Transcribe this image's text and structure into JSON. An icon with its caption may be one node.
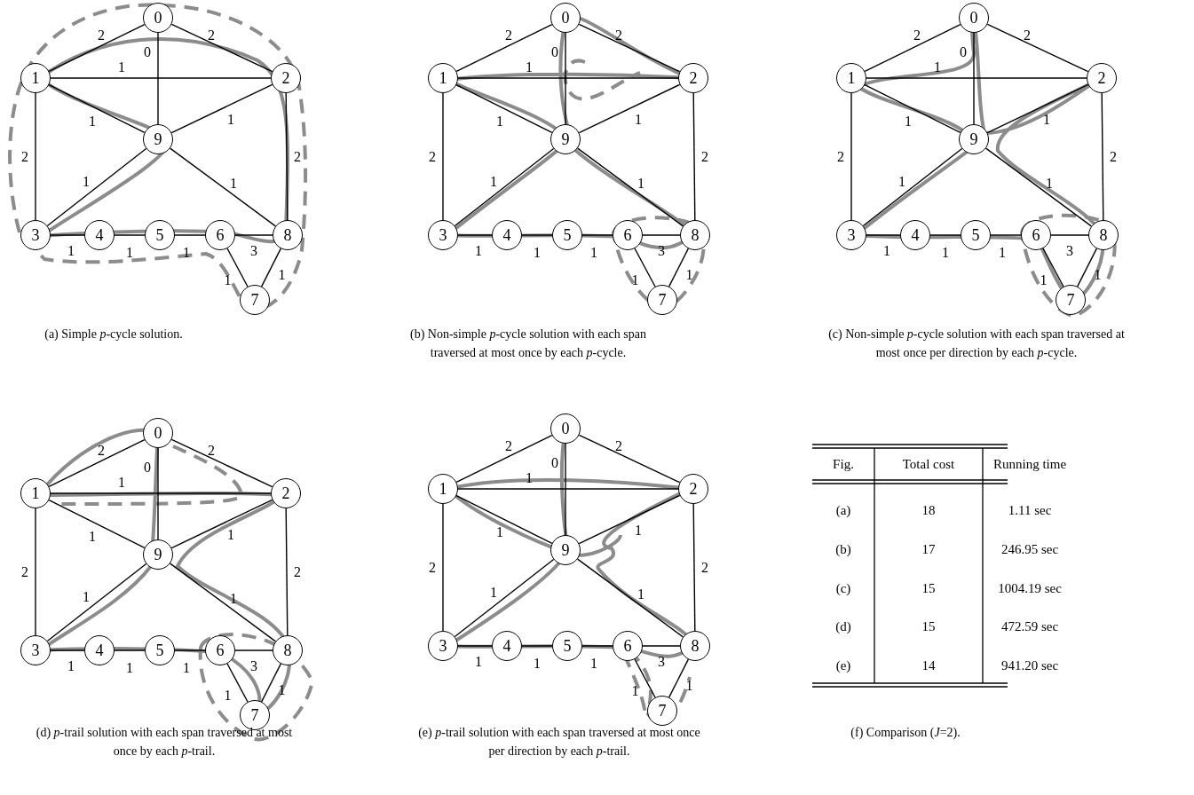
{
  "diagram": {
    "nodes": [
      {
        "text": [
          "0"
        ]
      },
      {
        "text": [
          "1"
        ]
      },
      {
        "text": [
          "2"
        ]
      },
      {
        "text": [
          "3"
        ]
      },
      {
        "text": [
          "4"
        ]
      },
      {
        "text": [
          "5"
        ]
      },
      {
        "text": [
          "6"
        ]
      },
      {
        "text": [
          "7"
        ]
      },
      {
        "text": [
          "8"
        ]
      },
      {
        "text": [
          "9"
        ]
      },
      {
        "text": [
          "0"
        ]
      },
      {
        "text": [
          "1"
        ]
      },
      {
        "text": [
          "2"
        ]
      },
      {
        "text": [
          "3"
        ]
      },
      {
        "text": [
          "4"
        ]
      },
      {
        "text": [
          "5"
        ]
      },
      {
        "text": [
          "6"
        ]
      },
      {
        "text": [
          "7"
        ]
      },
      {
        "text": [
          "8"
        ]
      },
      {
        "text": [
          "9"
        ]
      },
      {
        "text": [
          "0"
        ]
      },
      {
        "text": [
          "1"
        ]
      },
      {
        "text": [
          "2"
        ]
      },
      {
        "text": [
          "3"
        ]
      },
      {
        "text": [
          "4"
        ]
      },
      {
        "text": [
          "5"
        ]
      },
      {
        "text": [
          "6"
        ]
      },
      {
        "text": [
          "7"
        ]
      },
      {
        "text": [
          "8"
        ]
      },
      {
        "text": [
          "9"
        ]
      },
      {
        "text": [
          "0"
        ]
      },
      {
        "text": [
          "1"
        ]
      },
      {
        "text": [
          "2"
        ]
      },
      {
        "text": [
          "3"
        ]
      },
      {
        "text": [
          "4"
        ]
      },
      {
        "text": [
          "5"
        ]
      },
      {
        "text": [
          "6"
        ]
      },
      {
        "text": [
          "7"
        ]
      },
      {
        "text": [
          "8"
        ]
      },
      {
        "text": [
          "9"
        ]
      },
      {
        "text": [
          "0"
        ]
      },
      {
        "text": [
          "1"
        ]
      },
      {
        "text": [
          "2"
        ]
      },
      {
        "text": [
          "3"
        ]
      },
      {
        "text": [
          "4"
        ]
      },
      {
        "text": [
          "5"
        ]
      },
      {
        "text": [
          "6"
        ]
      },
      {
        "text": [
          "7"
        ]
      },
      {
        "text": [
          "8"
        ]
      },
      {
        "text": [
          "9"
        ]
      }
    ],
    "edges": [
      {
        "from": 0,
        "to": 1,
        "arrow": "none",
        "label": "2"
      },
      {
        "from": 0,
        "to": 2,
        "arrow": "none",
        "label": "2"
      },
      {
        "from": 0,
        "to": 9,
        "arrow": "none",
        "label": "0"
      },
      {
        "from": 1,
        "to": 2,
        "arrow": "none",
        "label": "1"
      },
      {
        "from": 1,
        "to": 9,
        "arrow": "none",
        "label": "1"
      },
      {
        "from": 2,
        "to": 9,
        "arrow": "none",
        "label": "1"
      },
      {
        "from": 1,
        "to": 3,
        "arrow": "none",
        "label": "2"
      },
      {
        "from": 2,
        "to": 8,
        "arrow": "none",
        "label": "2"
      },
      {
        "from": 3,
        "to": 9,
        "arrow": "none",
        "label": "1"
      },
      {
        "from": 8,
        "to": 9,
        "arrow": "none",
        "label": "1"
      },
      {
        "from": 3,
        "to": 4,
        "arrow": "none",
        "label": "1"
      },
      {
        "from": 4,
        "to": 5,
        "arrow": "none",
        "label": "1"
      },
      {
        "from": 5,
        "to": 6,
        "arrow": "none",
        "label": "1"
      },
      {
        "from": 6,
        "to": 8,
        "arrow": "none",
        "label": "3"
      },
      {
        "from": 6,
        "to": 7,
        "arrow": "none",
        "label": "1"
      },
      {
        "from": 7,
        "to": 8,
        "arrow": "none",
        "label": "1"
      },
      {
        "from": 10,
        "to": 11,
        "arrow": "none",
        "label": "2"
      },
      {
        "from": 10,
        "to": 12,
        "arrow": "none",
        "label": "2"
      },
      {
        "from": 10,
        "to": 19,
        "arrow": "none",
        "label": "0"
      },
      {
        "from": 11,
        "to": 12,
        "arrow": "none",
        "label": "1"
      },
      {
        "from": 11,
        "to": 19,
        "arrow": "none",
        "label": "1"
      },
      {
        "from": 12,
        "to": 19,
        "arrow": "none",
        "label": "1"
      },
      {
        "from": 11,
        "to": 13,
        "arrow": "none",
        "label": "2"
      },
      {
        "from": 12,
        "to": 18,
        "arrow": "none",
        "label": "2"
      },
      {
        "from": 13,
        "to": 19,
        "arrow": "none",
        "label": "1"
      },
      {
        "from": 18,
        "to": 19,
        "arrow": "none",
        "label": "1"
      },
      {
        "from": 13,
        "to": 14,
        "arrow": "none",
        "label": "1"
      },
      {
        "from": 14,
        "to": 15,
        "arrow": "none",
        "label": "1"
      },
      {
        "from": 15,
        "to": 16,
        "arrow": "none",
        "label": "1"
      },
      {
        "from": 16,
        "to": 18,
        "arrow": "none",
        "label": "3"
      },
      {
        "from": 16,
        "to": 17,
        "arrow": "none",
        "label": "1"
      },
      {
        "from": 17,
        "to": 18,
        "arrow": "none",
        "label": "1"
      },
      {
        "from": 20,
        "to": 21,
        "arrow": "none",
        "label": "2"
      },
      {
        "from": 20,
        "to": 22,
        "arrow": "none",
        "label": "2"
      },
      {
        "from": 20,
        "to": 29,
        "arrow": "none",
        "label": "0"
      },
      {
        "from": 21,
        "to": 22,
        "arrow": "none",
        "label": "1"
      },
      {
        "from": 21,
        "to": 29,
        "arrow": "none",
        "label": "1"
      },
      {
        "from": 22,
        "to": 29,
        "arrow": "none",
        "label": "1"
      },
      {
        "from": 21,
        "to": 23,
        "arrow": "none",
        "label": "2"
      },
      {
        "from": 22,
        "to": 28,
        "arrow": "none",
        "label": "2"
      },
      {
        "from": 23,
        "to": 29,
        "arrow": "none",
        "label": "1"
      },
      {
        "from": 28,
        "to": 29,
        "arrow": "none",
        "label": "1"
      },
      {
        "from": 23,
        "to": 24,
        "arrow": "none",
        "label": "1"
      },
      {
        "from": 24,
        "to": 25,
        "arrow": "none",
        "label": "1"
      },
      {
        "from": 25,
        "to": 26,
        "arrow": "none",
        "label": "1"
      },
      {
        "from": 26,
        "to": 28,
        "arrow": "none",
        "label": "3"
      },
      {
        "from": 26,
        "to": 27,
        "arrow": "none",
        "label": "1"
      },
      {
        "from": 27,
        "to": 28,
        "arrow": "none",
        "label": "1"
      },
      {
        "from": 30,
        "to": 31,
        "arrow": "none",
        "label": "2"
      },
      {
        "from": 30,
        "to": 32,
        "arrow": "none",
        "label": "2"
      },
      {
        "from": 30,
        "to": 39,
        "arrow": "none",
        "label": "0"
      },
      {
        "from": 31,
        "to": 32,
        "arrow": "none",
        "label": "1"
      },
      {
        "from": 31,
        "to": 39,
        "arrow": "none",
        "label": "1"
      },
      {
        "from": 32,
        "to": 39,
        "arrow": "none",
        "label": "1"
      },
      {
        "from": 31,
        "to": 33,
        "arrow": "none",
        "label": "2"
      },
      {
        "from": 32,
        "to": 38,
        "arrow": "none",
        "label": "2"
      },
      {
        "from": 33,
        "to": 39,
        "arrow": "none",
        "label": "1"
      },
      {
        "from": 38,
        "to": 39,
        "arrow": "none",
        "label": "1"
      },
      {
        "from": 33,
        "to": 34,
        "arrow": "none",
        "label": "1"
      },
      {
        "from": 34,
        "to": 35,
        "arrow": "none",
        "label": "1"
      },
      {
        "from": 35,
        "to": 36,
        "arrow": "none",
        "label": "1"
      },
      {
        "from": 36,
        "to": 38,
        "arrow": "none",
        "label": "3"
      },
      {
        "from": 36,
        "to": 37,
        "arrow": "none",
        "label": "1"
      },
      {
        "from": 37,
        "to": 38,
        "arrow": "none",
        "label": "1"
      },
      {
        "from": 40,
        "to": 41,
        "arrow": "none",
        "label": "2"
      },
      {
        "from": 40,
        "to": 42,
        "arrow": "none",
        "label": "2"
      },
      {
        "from": 40,
        "to": 49,
        "arrow": "none",
        "label": "0"
      },
      {
        "from": 41,
        "to": 42,
        "arrow": "none",
        "label": "1"
      },
      {
        "from": 41,
        "to": 49,
        "arrow": "none",
        "label": "1"
      },
      {
        "from": 42,
        "to": 49,
        "arrow": "none",
        "label": "1"
      },
      {
        "from": 41,
        "to": 43,
        "arrow": "none",
        "label": "2"
      },
      {
        "from": 42,
        "to": 48,
        "arrow": "none",
        "label": "2"
      },
      {
        "from": 43,
        "to": 49,
        "arrow": "none",
        "label": "1"
      },
      {
        "from": 48,
        "to": 49,
        "arrow": "none",
        "label": "1"
      },
      {
        "from": 43,
        "to": 44,
        "arrow": "none",
        "label": "1"
      },
      {
        "from": 44,
        "to": 45,
        "arrow": "none",
        "label": "1"
      },
      {
        "from": 45,
        "to": 46,
        "arrow": "none",
        "label": "1"
      },
      {
        "from": 46,
        "to": 48,
        "arrow": "none",
        "label": "3"
      },
      {
        "from": 46,
        "to": 47,
        "arrow": "none",
        "label": "1"
      },
      {
        "from": 47,
        "to": 48,
        "arrow": "none",
        "label": "1"
      }
    ],
    "labels": [
      "(a) Simple *p*-cycle solution.",
      "(b) Non-simple *p*-cycle solution with each span traversed at most once by each *p*-cycle.",
      "(c) Non-simple *p*-cycle solution with each span traversed at most once per direction by each *p*-cycle.",
      "Fig.",
      "Total cost",
      "Running time",
      "(a)",
      "18",
      "1.11 sec",
      "(b)",
      "17",
      "246.95 sec",
      "(c)",
      "15",
      "1004.19 sec",
      "(d)",
      "15",
      "472.59 sec",
      "(e)",
      "14",
      "941.20 sec",
      "(d) *p*-trail solution with each span traversed at most once by each *p*-trail.",
      "(e) *p*-trail solution with each span traversed at most once per direction by each *p*-trail.",
      "(f) Comparison (*J*=2)."
    ]
  }
}
